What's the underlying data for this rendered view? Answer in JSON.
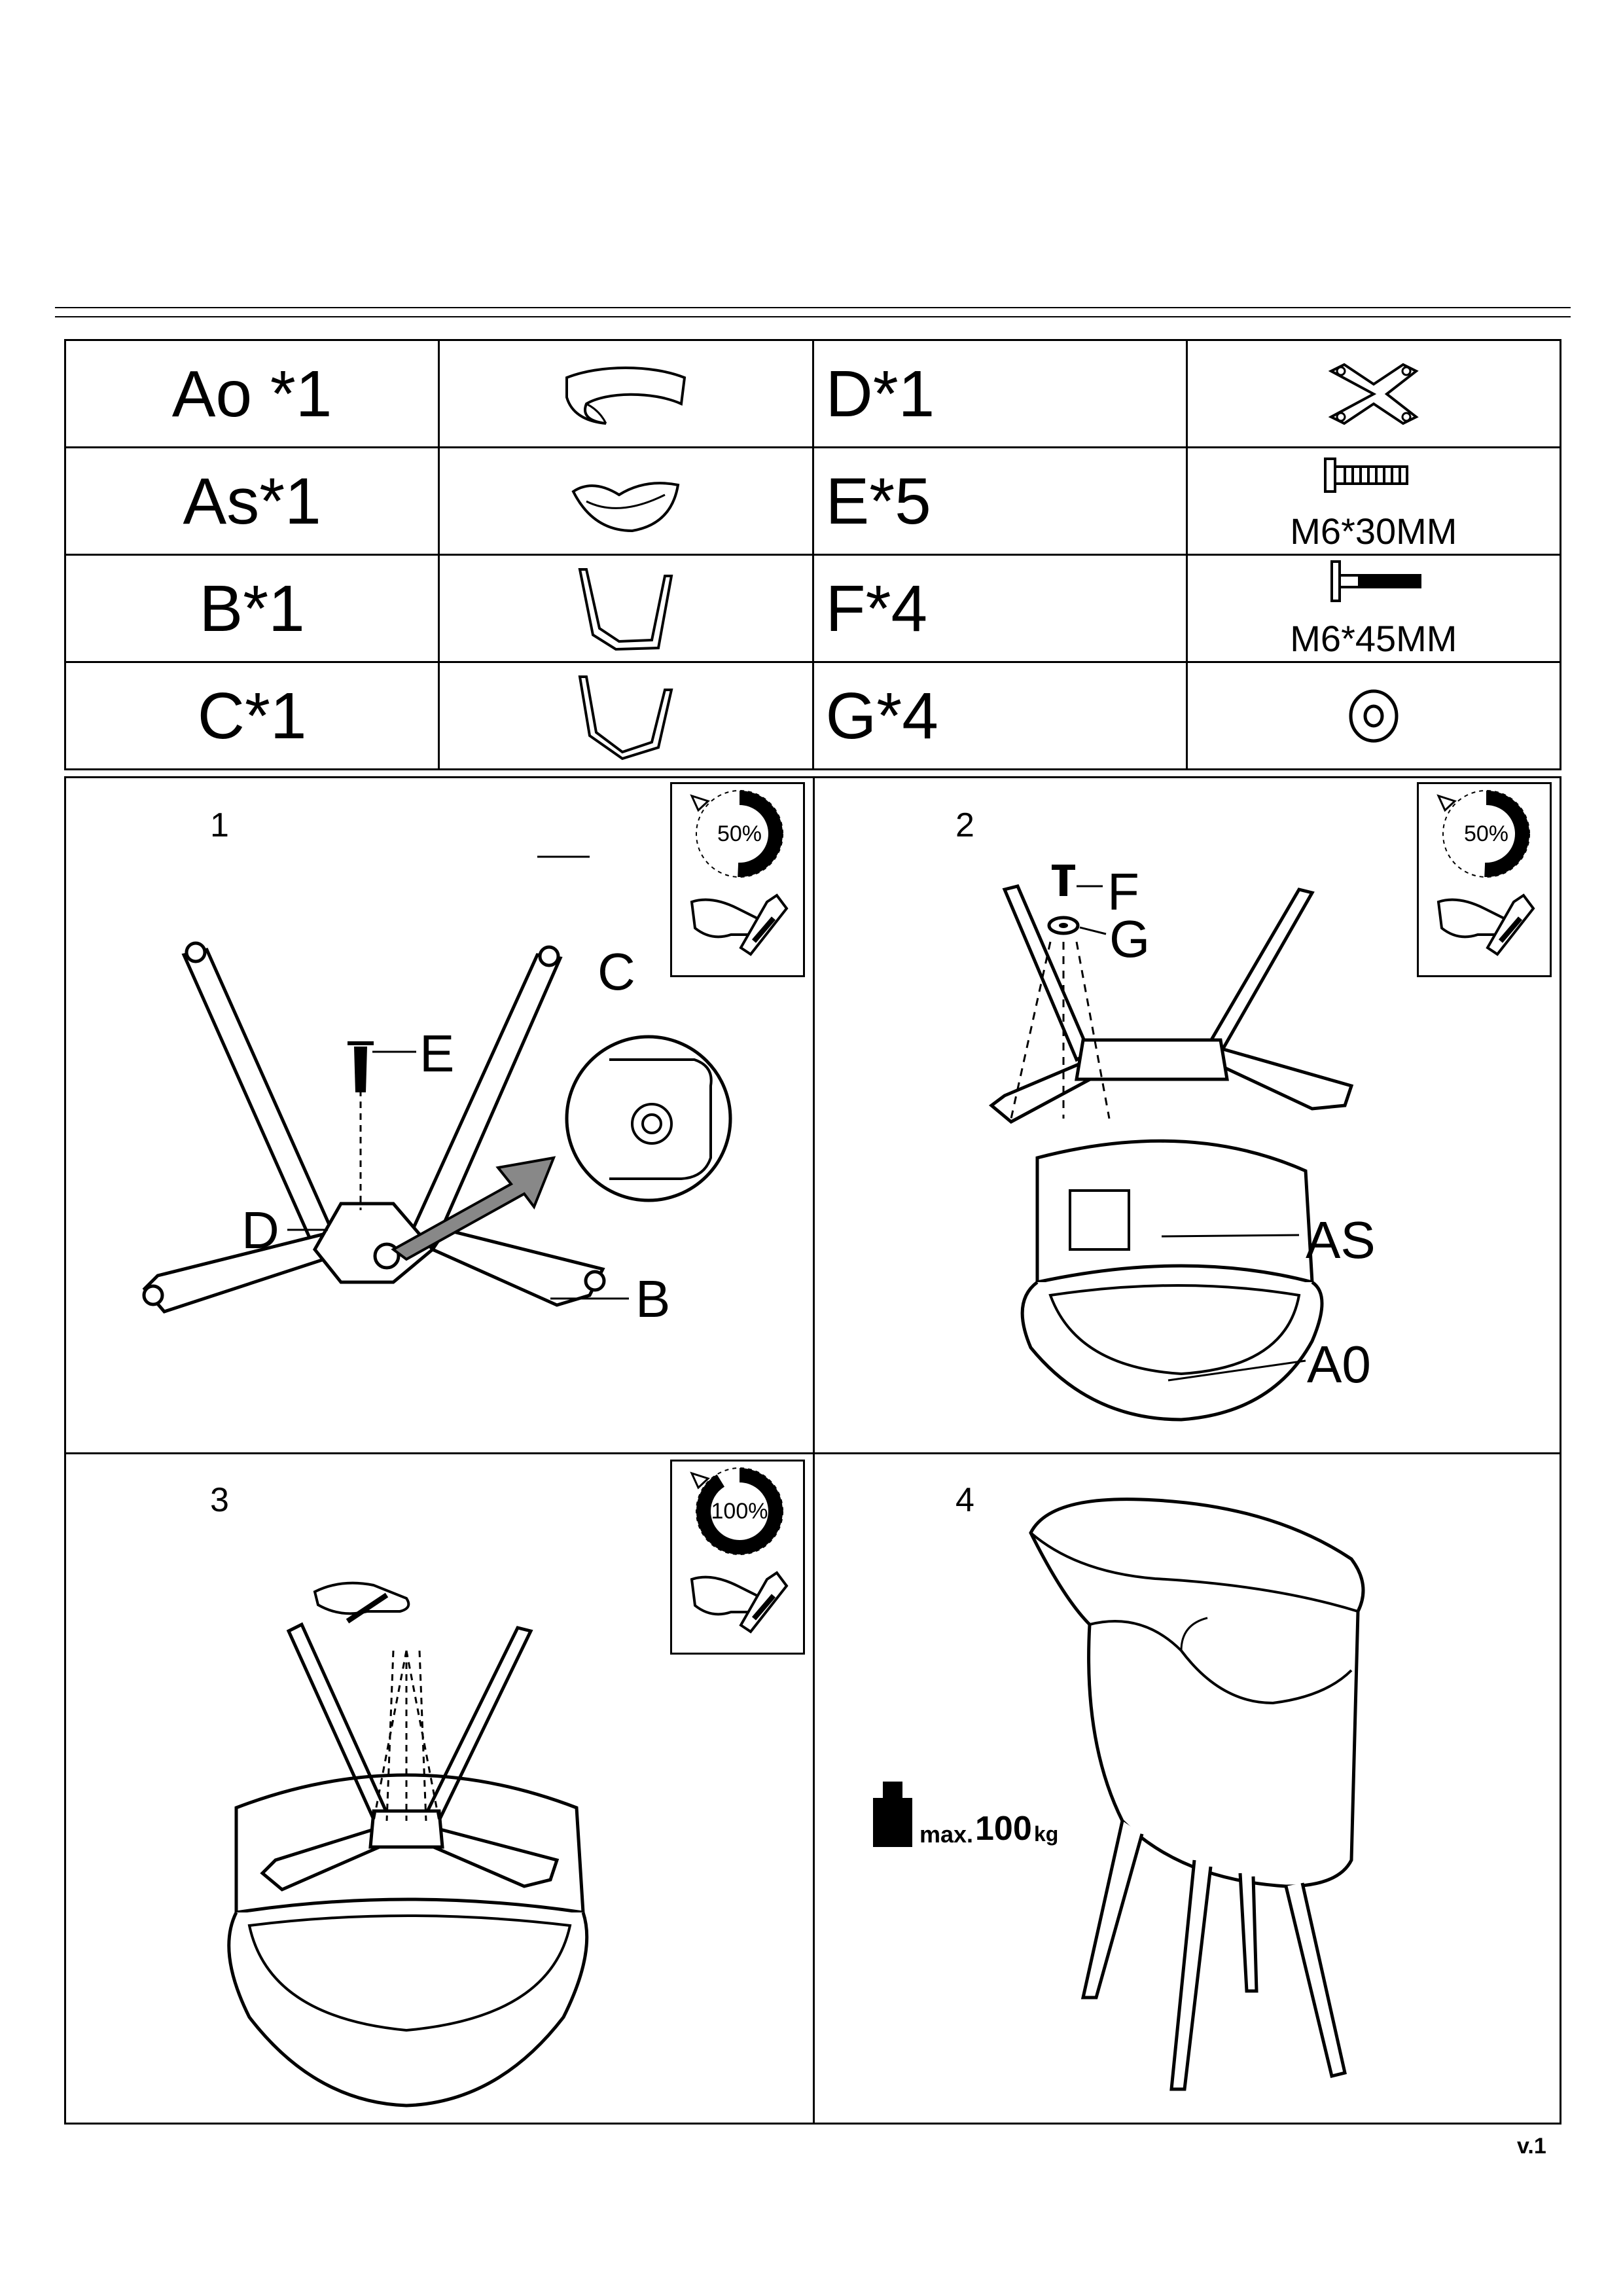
{
  "parts": [
    {
      "code": "Ao *1",
      "icon": "backrest-icon"
    },
    {
      "code": "D*1",
      "icon": "cross-plate-icon"
    },
    {
      "code": "As*1",
      "icon": "seat-shell-icon"
    },
    {
      "code": "E*5",
      "icon": "screw-30-icon",
      "spec": "M6*30MM"
    },
    {
      "code": "B*1",
      "icon": "leg-b-icon"
    },
    {
      "code": "F*4",
      "icon": "bolt-45-icon",
      "spec": "M6*45MM"
    },
    {
      "code": "C*1",
      "icon": "leg-c-icon"
    },
    {
      "code": "G*4",
      "icon": "washer-icon"
    }
  ],
  "steps": [
    {
      "number": "1",
      "tighten": "50%",
      "callouts": {
        "c": "C",
        "e": "E",
        "d": "D",
        "b": "B"
      }
    },
    {
      "number": "2",
      "tighten": "50%",
      "callouts": {
        "f": "F",
        "g": "G",
        "as": "AS",
        "a0": "A0"
      }
    },
    {
      "number": "3",
      "tighten": "100%"
    },
    {
      "number": "4",
      "max_label": "max.",
      "max_value": "100",
      "max_unit": "kg"
    }
  ],
  "version": "v.1"
}
